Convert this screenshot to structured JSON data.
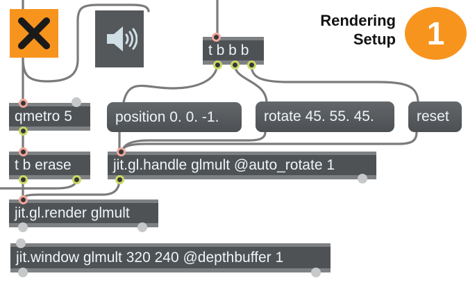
{
  "heading": {
    "line1": "Rendering",
    "line2": "Setup"
  },
  "badge": {
    "number": "1"
  },
  "boxes": {
    "tbbb": {
      "label": "t b b b"
    },
    "qmetro": {
      "label": "qmetro 5"
    },
    "position": {
      "label": "position 0. 0. -1."
    },
    "rotate": {
      "label": "rotate 45. 55. 45."
    },
    "reset": {
      "label": "reset"
    },
    "terase": {
      "label": "t b erase"
    },
    "handle": {
      "label": "jit.gl.handle glmult @auto_rotate 1"
    },
    "render": {
      "label": "jit.gl.render glmult"
    },
    "window": {
      "label": "jit.window glmult 320 240 @depthbuffer 1"
    }
  },
  "icons": {
    "toggle": "x-mark",
    "speaker": "speaker-with-sound-waves"
  },
  "colors": {
    "accent_orange": "#F7941E",
    "box_fill": "#4E5255",
    "box_edge": "#7E8184",
    "message_fill": "#54585B",
    "cord": "#7B7B7B",
    "inlet_ring": "#F2A79D",
    "outlet_ring": "#CCD964",
    "idle_port": "#C6C8C9",
    "box_text": "#EEF4F8",
    "heading_text": "#121212"
  }
}
